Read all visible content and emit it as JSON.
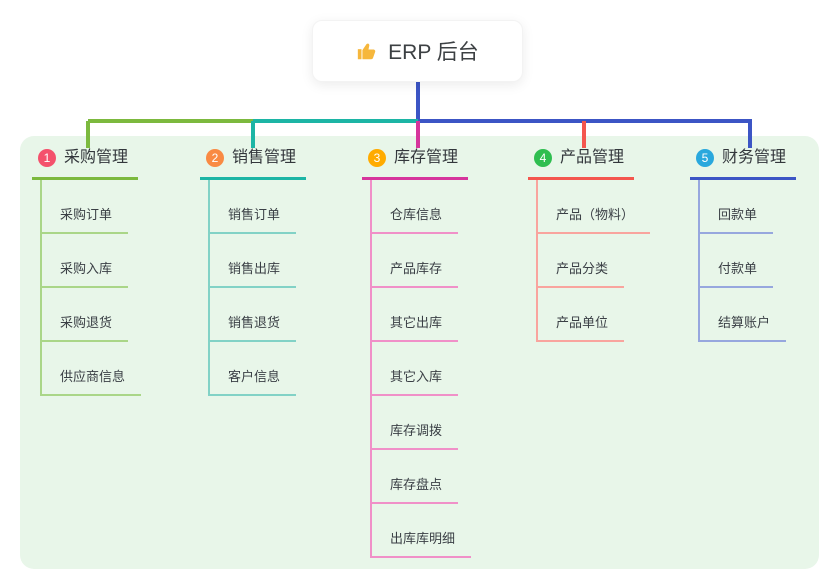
{
  "root": {
    "label": "ERP 后台",
    "icon": "thumbs-up-icon"
  },
  "branches": [
    {
      "badge": "1",
      "title": "采购管理",
      "badge_color": "#f4516c",
      "line_color": "#7cb93e",
      "child_line_color": "#aad688",
      "children": [
        "采购订单",
        "采购入库",
        "采购退货",
        "供应商信息"
      ]
    },
    {
      "badge": "2",
      "title": "销售管理",
      "badge_color": "#f98a43",
      "line_color": "#1cb5a5",
      "child_line_color": "#82d2c6",
      "children": [
        "销售订单",
        "销售出库",
        "销售退货",
        "客户信息"
      ]
    },
    {
      "badge": "3",
      "title": "库存管理",
      "badge_color": "#ffab00",
      "line_color": "#d6359c",
      "child_line_color": "#f090c8",
      "children": [
        "仓库信息",
        "产品库存",
        "其它出库",
        "其它入库",
        "库存调拨",
        "库存盘点",
        "出库库明细"
      ]
    },
    {
      "badge": "4",
      "title": "产品管理",
      "badge_color": "#2fbe50",
      "line_color": "#f4564e",
      "child_line_color": "#f9a49e",
      "children": [
        "产品（物料）",
        "产品分类",
        "产品单位"
      ]
    },
    {
      "badge": "5",
      "title": "财务管理",
      "badge_color": "#29a8dd",
      "line_color": "#3c55c5",
      "child_line_color": "#97a7de",
      "children": [
        "回款单",
        "付款单",
        "结算账户"
      ]
    }
  ],
  "colors": {
    "panel_background": "#e8f6e9",
    "canvas_background": "#ffffff",
    "root_text": "#3c4043",
    "title_text": "#33373c",
    "child_text": "#3a3f45",
    "thumb_icon": "#f6b73c"
  }
}
